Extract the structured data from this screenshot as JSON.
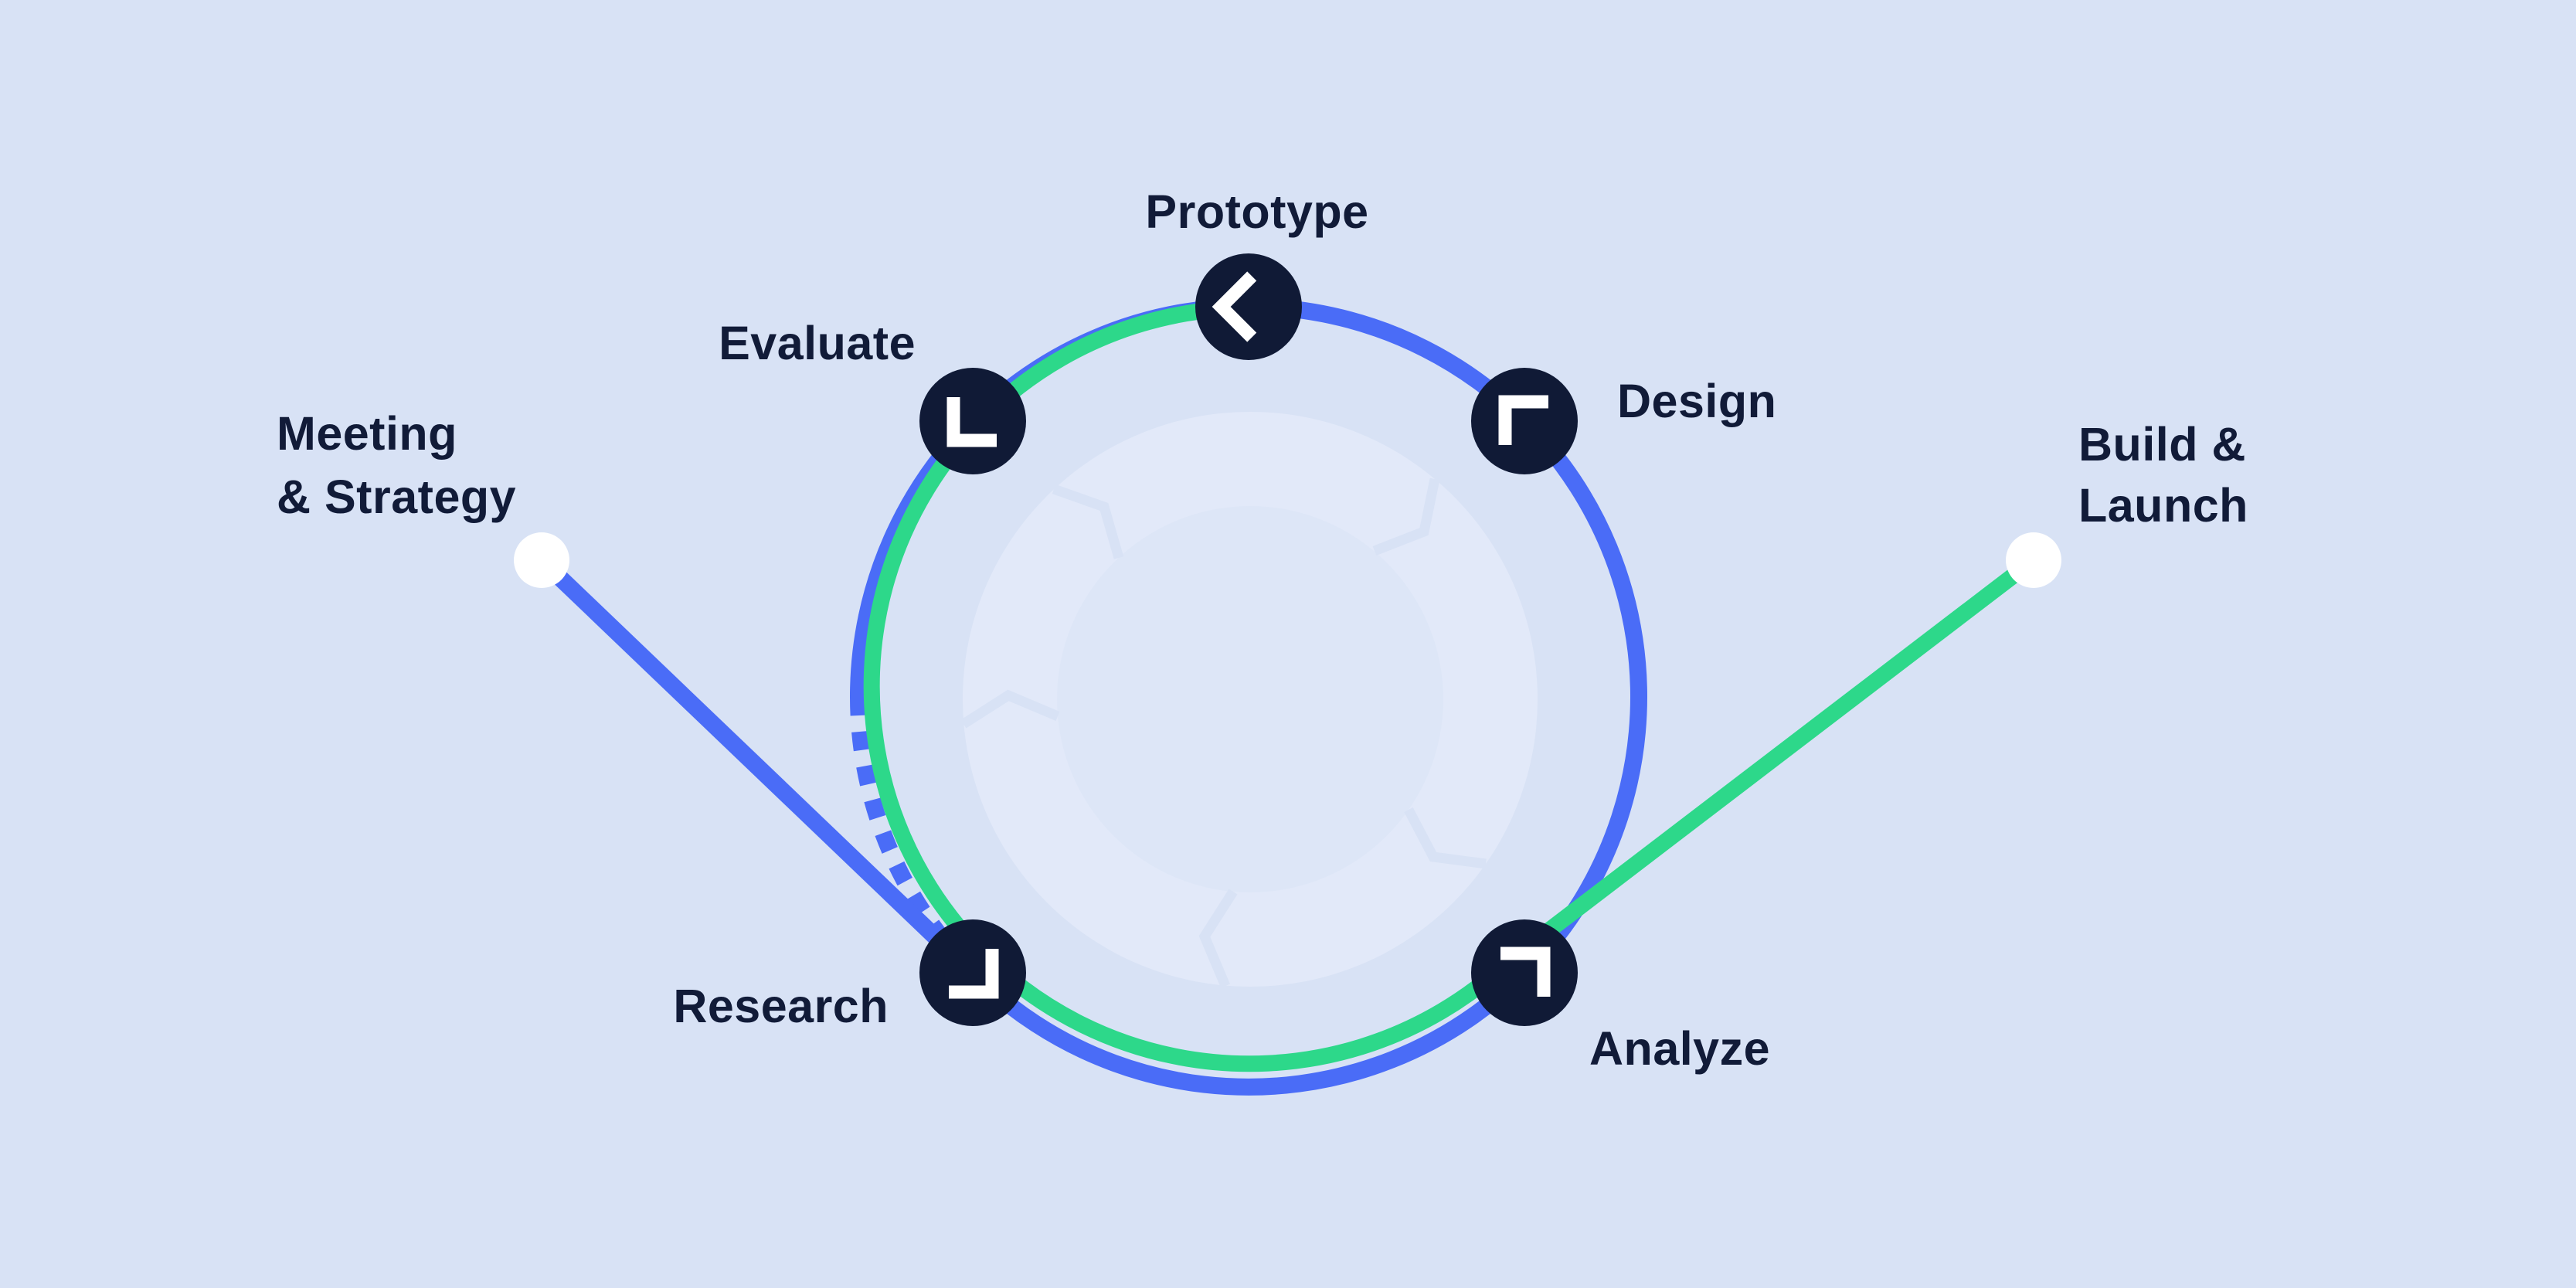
{
  "diagram": {
    "title": "Design process cycle",
    "colors": {
      "background": "#d8e2f5",
      "accent_blue": "#4a6cf7",
      "accent_green": "#2dd88a",
      "node_navy": "#101a36",
      "text_navy": "#111b38",
      "white": "#ffffff",
      "watermark_ring": "#e2e9f9",
      "watermark_disc": "#dde6f7"
    },
    "stages": [
      {
        "id": "prototype",
        "label": "Prototype",
        "icon": "corner-arrow-icon"
      },
      {
        "id": "evaluate",
        "label": "Evaluate",
        "icon": "corner-arrow-icon"
      },
      {
        "id": "design",
        "label": "Design",
        "icon": "corner-arrow-icon"
      },
      {
        "id": "research",
        "label": "Research",
        "icon": "corner-arrow-icon"
      },
      {
        "id": "analyze",
        "label": "Analyze",
        "icon": "corner-arrow-icon"
      }
    ],
    "endpoints": {
      "meeting": {
        "line1": "Meeting",
        "line2": "& Strategy"
      },
      "build": {
        "line1": "Build &",
        "line2": "Launch"
      }
    }
  }
}
